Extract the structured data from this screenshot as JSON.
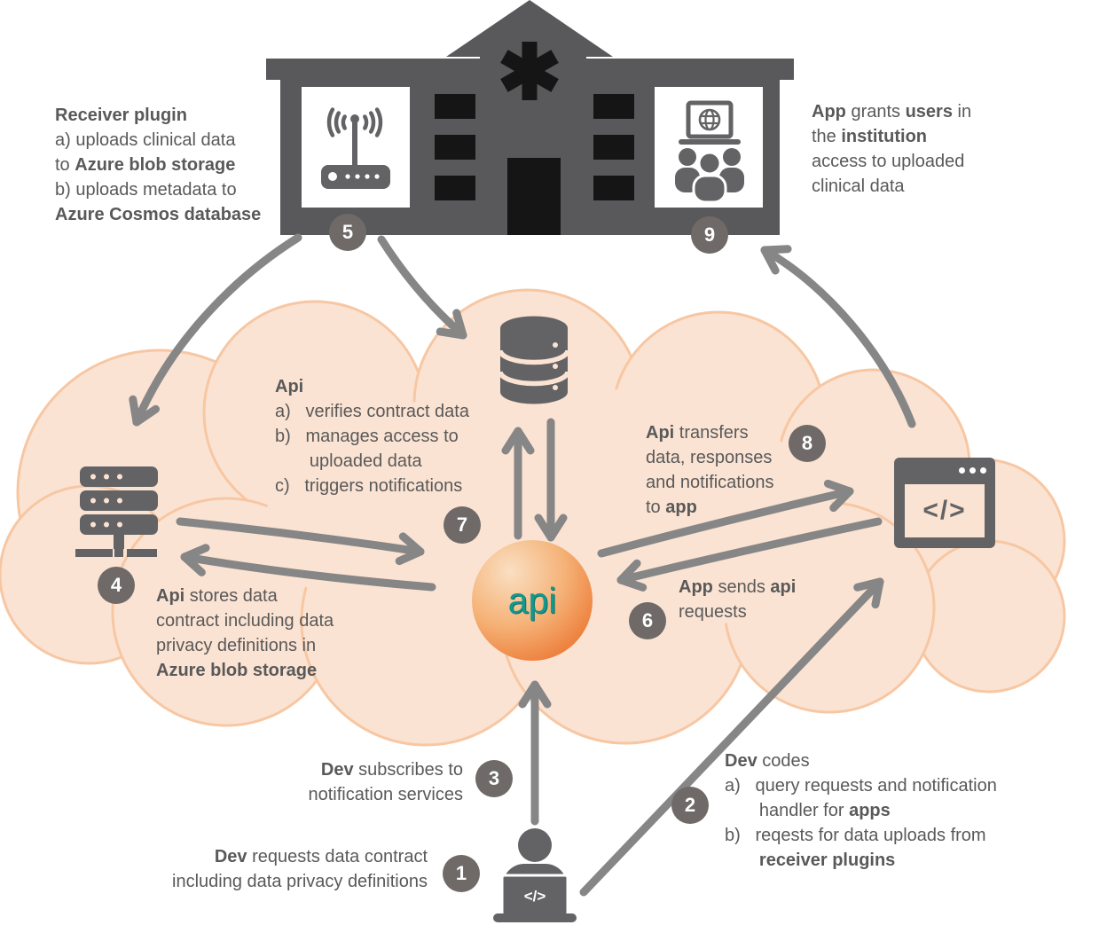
{
  "colors": {
    "cloud_fill": "#fbe3d3",
    "cloud_stroke": "#f7c7a3",
    "building": "#59595b",
    "icon_gray": "#636365",
    "arrow_gray": "#868686",
    "step_circle": "#6f6a67",
    "text_gray": "#595959",
    "api_teal": "#12988e",
    "api_orange": "#ec7733"
  },
  "api_sphere": {
    "label": "api"
  },
  "icons": {
    "code_window_glyph": "</>",
    "dev_laptop_glyph": "</>"
  },
  "steps": {
    "s1": "1",
    "s2": "2",
    "s3": "3",
    "s4": "4",
    "s5": "5",
    "s6": "6",
    "s7": "7",
    "s8": "8",
    "s9": "9"
  },
  "annotations": {
    "receiver_plugin": [
      "**Receiver plugin**",
      "a) uploads clinical data",
      "to **Azure blob storage**",
      "b) uploads metadata to",
      "**Azure Cosmos database**"
    ],
    "app_grants": [
      "**App** grants **users** in",
      "the **institution**",
      "access to uploaded",
      "clinical data"
    ],
    "api_functions": [
      "**Api**",
      "a)   verifies contract data",
      "b)   manages access to",
      "       uploaded data",
      "c)   triggers notifications"
    ],
    "api_transfers": [
      "**Api** transfers",
      "data, responses",
      "and notifications",
      "to **app**"
    ],
    "api_stores": [
      "**Api** stores data",
      "contract including data",
      "privacy definitions in",
      "**Azure blob storage**"
    ],
    "app_sends": [
      "**App** sends **api**",
      "requests"
    ],
    "dev_subscribes": [
      "**Dev** subscribes to",
      "notification services"
    ],
    "dev_requests": [
      "**Dev** requests data contract",
      "including data privacy definitions"
    ],
    "dev_codes": [
      "**Dev** codes",
      "a)   query requests and notification",
      "       handler for **apps**",
      "b)   reqests for data uploads from",
      "       **receiver plugins**"
    ]
  }
}
